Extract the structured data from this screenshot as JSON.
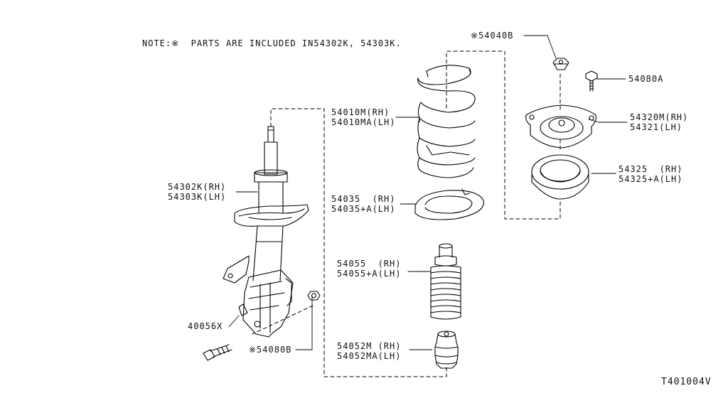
{
  "note": "NOTE:※  PARTS ARE INCLUDED IN54302K, 54303K.",
  "diagram_id": "T401004V",
  "parts": {
    "strut": {
      "rh": "54302K(RH)",
      "lh": "54303K(LH)"
    },
    "bolt_40056": "40056X",
    "nut_54080b": "※54080B",
    "spring": {
      "rh": "54010M(RH)",
      "lh": "54010MA(LH)"
    },
    "seat_54035": {
      "rh": "54035  (RH)",
      "lh": "54035+A(LH)"
    },
    "boot": {
      "rh": "54055  (RH)",
      "lh": "54055+A(LH)"
    },
    "bump_stop": {
      "rh": "54052M (RH)",
      "lh": "54052MA(LH)"
    },
    "nut_54040b": "※54040B",
    "bolt_54080a": "54080A",
    "mount": {
      "rh": "54320M(RH)",
      "lh": "54321(LH)"
    },
    "bearing": {
      "rh": "54325  (RH)",
      "lh": "54325+A(LH)"
    }
  }
}
